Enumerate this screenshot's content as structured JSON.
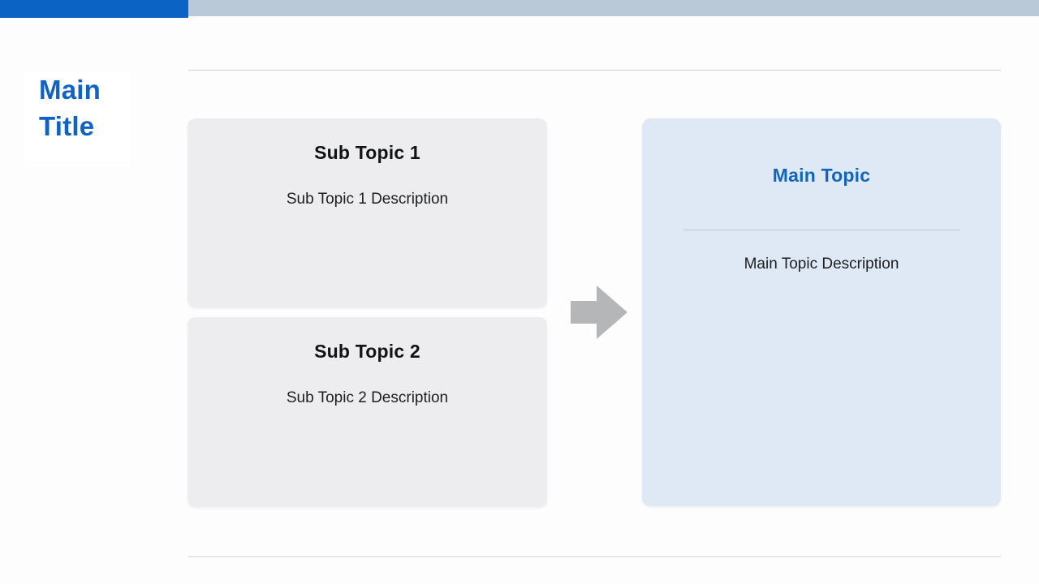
{
  "slide": {
    "title": "Main Title",
    "topbar": {
      "accent_color": "#0b63c4",
      "muted_color": "#b9c9d8"
    },
    "sub_topics": [
      {
        "title": "Sub Topic 1",
        "description": "Sub Topic 1 Description"
      },
      {
        "title": "Sub Topic 2",
        "description": "Sub Topic 2 Description"
      }
    ],
    "main_topic": {
      "title": "Main Topic",
      "description": "Main Topic Description"
    },
    "arrow": "right-block-arrow",
    "colors": {
      "title_text": "#1062c4",
      "main_topic_title_text": "#1166bb",
      "sub_card_background": "#ededef",
      "main_card_background": "#dfe9f6",
      "arrow_fill": "#b5b6b8",
      "rule_line": "#d2d2d2"
    }
  }
}
